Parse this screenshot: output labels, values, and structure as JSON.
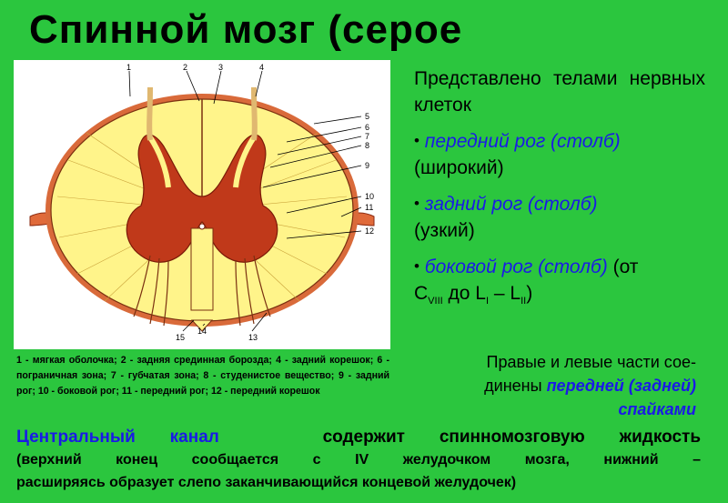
{
  "slide": {
    "title": "Спинной мозг (серое"
  },
  "figure": {
    "labels": [
      "1",
      "2",
      "3",
      "4",
      "5",
      "6",
      "7",
      "8",
      "9",
      "10",
      "11",
      "12",
      "13",
      "14",
      "15"
    ]
  },
  "caption": "1 - мягкая оболочка; 2 - задняя срединная борозда; 4 - задний корешок; 6 - пограничная зона; 7 - губчатая зона; 8 - студенистое вещество; 9 - задний рог; 10 - боковой рог; 11 - передний рог; 12 - передний корешок",
  "right": {
    "intro": "Представлено телами нервных клеток",
    "bullet": "•",
    "items": [
      {
        "term": "передний рог (столб)",
        "note": "(широкий)"
      },
      {
        "term": "задний рог (столб)",
        "note": "(узкий)"
      },
      {
        "term": "боковой рог (столб)",
        "note_prefix": "(от",
        "c": "C",
        "c_sub": "VIII",
        "mid": " до L",
        "l1_sub": "I",
        "dash": " – L",
        "l2_sub": "II",
        "close": ")"
      }
    ]
  },
  "junction": {
    "text_a": "Правые и левые части сое-",
    "text_b": "динены",
    "term": "передней (задней) спайками"
  },
  "bottom": {
    "term": "Центральный канал",
    "line1": "содержит спинномозговую жидкость",
    "line2": "(верхний конец сообщается с IV желудочком мозга, нижний –",
    "line3": "расширяясь образует слепо заканчивающийся концевой желудочек)"
  }
}
